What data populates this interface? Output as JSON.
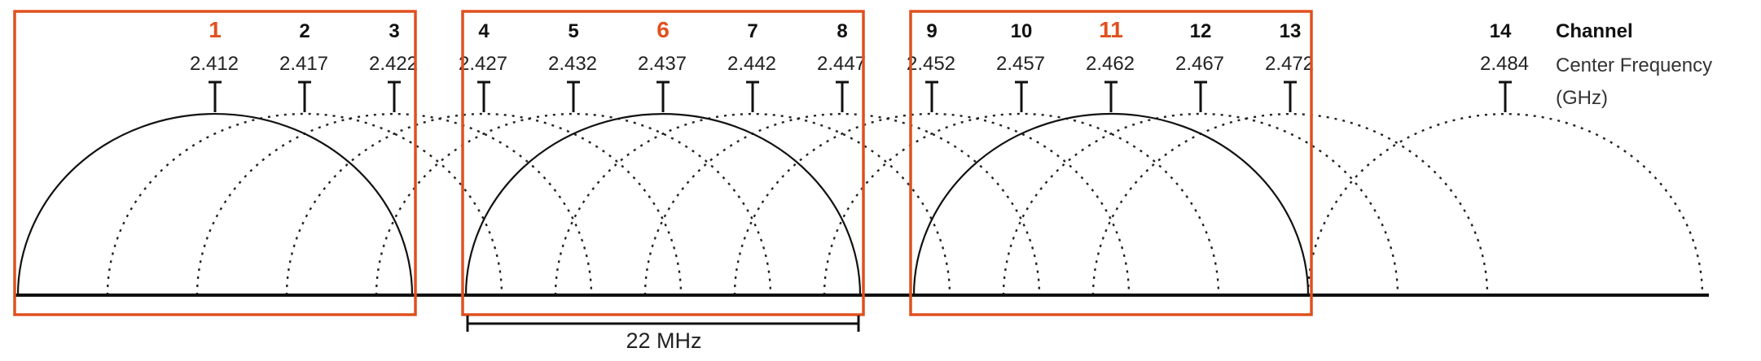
{
  "legend": {
    "channel_title": "Channel",
    "frequency_title_line1": "Center Frequency",
    "frequency_title_line2": "(GHz)"
  },
  "bandwidth_label": "22 MHz",
  "colors": {
    "highlight": "#e0501e",
    "line": "#111111",
    "dotted": "#222222"
  },
  "channels": [
    {
      "number": "1",
      "freq": "2.412",
      "mhz": 2412,
      "highlighted": true
    },
    {
      "number": "2",
      "freq": "2.417",
      "mhz": 2417,
      "highlighted": false
    },
    {
      "number": "3",
      "freq": "2.422",
      "mhz": 2422,
      "highlighted": false
    },
    {
      "number": "4",
      "freq": "2.427",
      "mhz": 2427,
      "highlighted": false
    },
    {
      "number": "5",
      "freq": "2.432",
      "mhz": 2432,
      "highlighted": false
    },
    {
      "number": "6",
      "freq": "2.437",
      "mhz": 2437,
      "highlighted": true
    },
    {
      "number": "7",
      "freq": "2.442",
      "mhz": 2442,
      "highlighted": false
    },
    {
      "number": "8",
      "freq": "2.447",
      "mhz": 2447,
      "highlighted": false
    },
    {
      "number": "9",
      "freq": "2.452",
      "mhz": 2452,
      "highlighted": false
    },
    {
      "number": "10",
      "freq": "2.457",
      "mhz": 2457,
      "highlighted": false
    },
    {
      "number": "11",
      "freq": "2.462",
      "mhz": 2462,
      "highlighted": true
    },
    {
      "number": "12",
      "freq": "2.467",
      "mhz": 2467,
      "highlighted": false
    },
    {
      "number": "13",
      "freq": "2.472",
      "mhz": 2472,
      "highlighted": false
    },
    {
      "number": "14",
      "freq": "2.484",
      "mhz": 2484,
      "highlighted": false
    }
  ],
  "channel_width_mhz": 22
}
